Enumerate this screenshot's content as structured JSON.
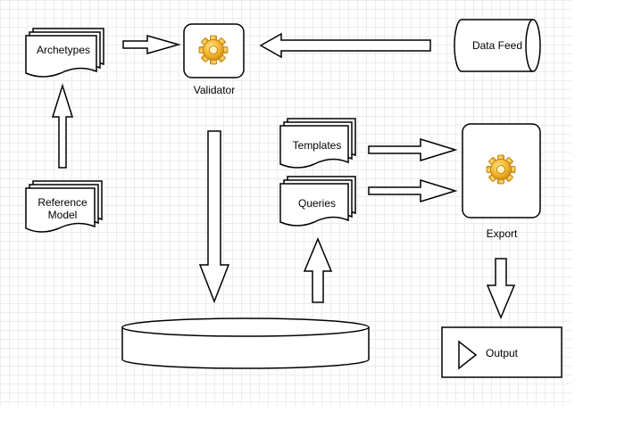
{
  "nodes": {
    "archetypes": {
      "label": "Archetypes"
    },
    "reference_model": {
      "label_line1": "Reference",
      "label_line2": "Model"
    },
    "validator": {
      "label": "Validator",
      "icon": "gear-icon"
    },
    "data_feed": {
      "label": "Data Feed"
    },
    "templates": {
      "label": "Templates"
    },
    "queries": {
      "label": "Queries"
    },
    "export": {
      "label": "Export",
      "icon": "gear-icon"
    },
    "output": {
      "label": "Output",
      "icon": "play-triangle-icon"
    },
    "database": {
      "label": ""
    }
  },
  "colors": {
    "gear_light": "#fde48a",
    "gear_mid": "#f5b731",
    "gear_dark": "#d08a10",
    "grid": "#ececec"
  }
}
